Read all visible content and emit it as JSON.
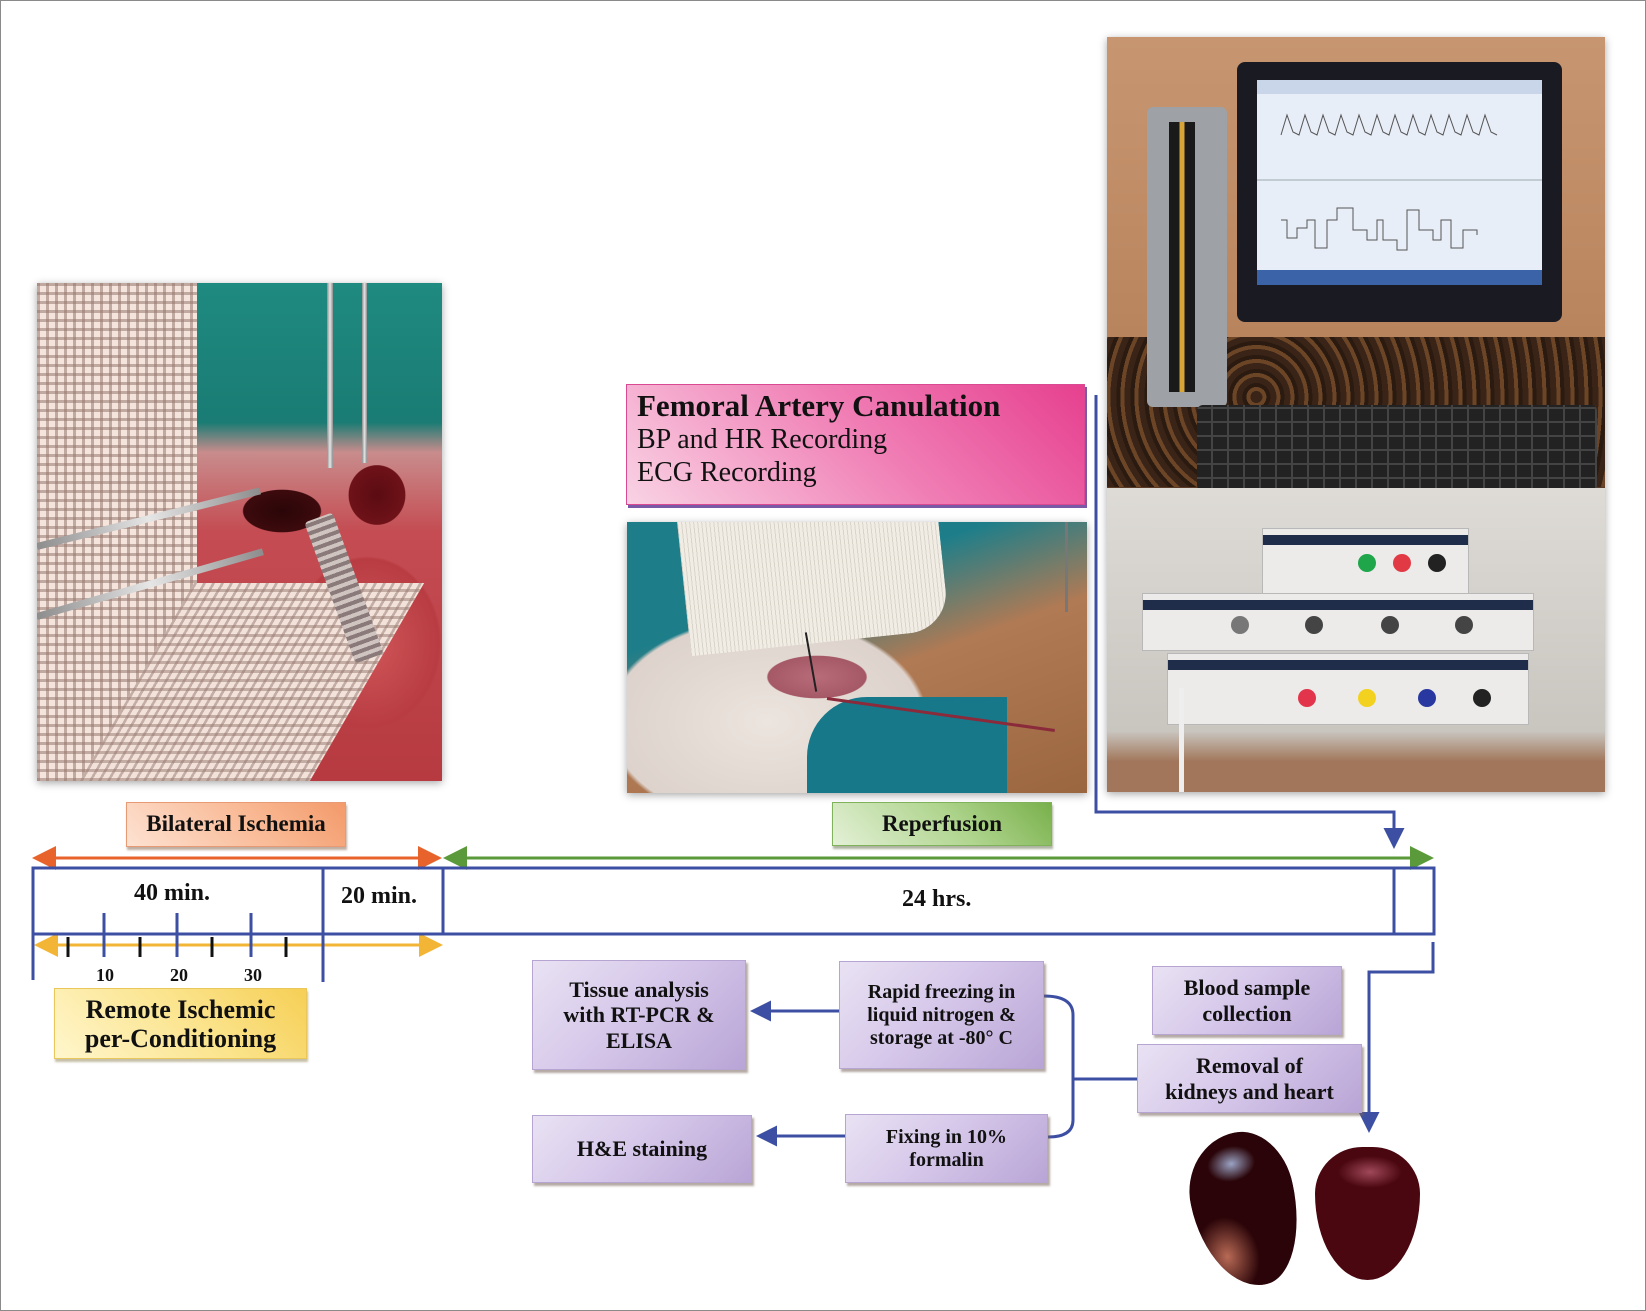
{
  "figure": {
    "photos": {
      "left": "Bilateral renal ischemia surgery photo (kidney clamped)",
      "middle": "Femoral artery cannulation photo",
      "right": "Data acquisition setup photo (monitor with BP and ECG traces, sphygmomanometer, amplifiers)",
      "organs": "Harvested kidney and heart photo"
    },
    "femoral_box": {
      "title": "Femoral Artery Canulation",
      "line1": "BP and HR Recording",
      "line2": "ECG Recording"
    },
    "phase_labels": {
      "ischemia": "Bilateral Ischemia",
      "reperfusion": "Reperfusion",
      "rip": [
        "Remote Ischemic",
        "per-Conditioning"
      ]
    },
    "timeline": {
      "segments": [
        "40 min.",
        "20 min.",
        "24 hrs."
      ],
      "ticks": [
        "10",
        "20",
        "30"
      ]
    },
    "process_boxes": {
      "tissue": [
        "Tissue analysis",
        "with RT-PCR &",
        "ELISA"
      ],
      "freezing": [
        "Rapid freezing in",
        "liquid nitrogen &",
        "storage at -80° C"
      ],
      "he": [
        "H&E staining"
      ],
      "fixing": [
        "Fixing in 10%",
        "formalin"
      ],
      "blood": [
        "Blood sample",
        "collection"
      ],
      "removal": [
        "Removal of",
        "kidneys and heart"
      ]
    },
    "colors": {
      "timeline_blue": "#3d4fa3",
      "ischemia_arrow": "#e8632b",
      "reperfusion_arrow": "#5b9a3a",
      "rip_arrow": "#f2b535",
      "ischemia_box": "#f5a97e",
      "reperfusion_box": "#8cc063",
      "rip_box": "#f7dc74",
      "femoral_box": "#ec4f9c",
      "process_box": "#c8b6e2"
    }
  }
}
